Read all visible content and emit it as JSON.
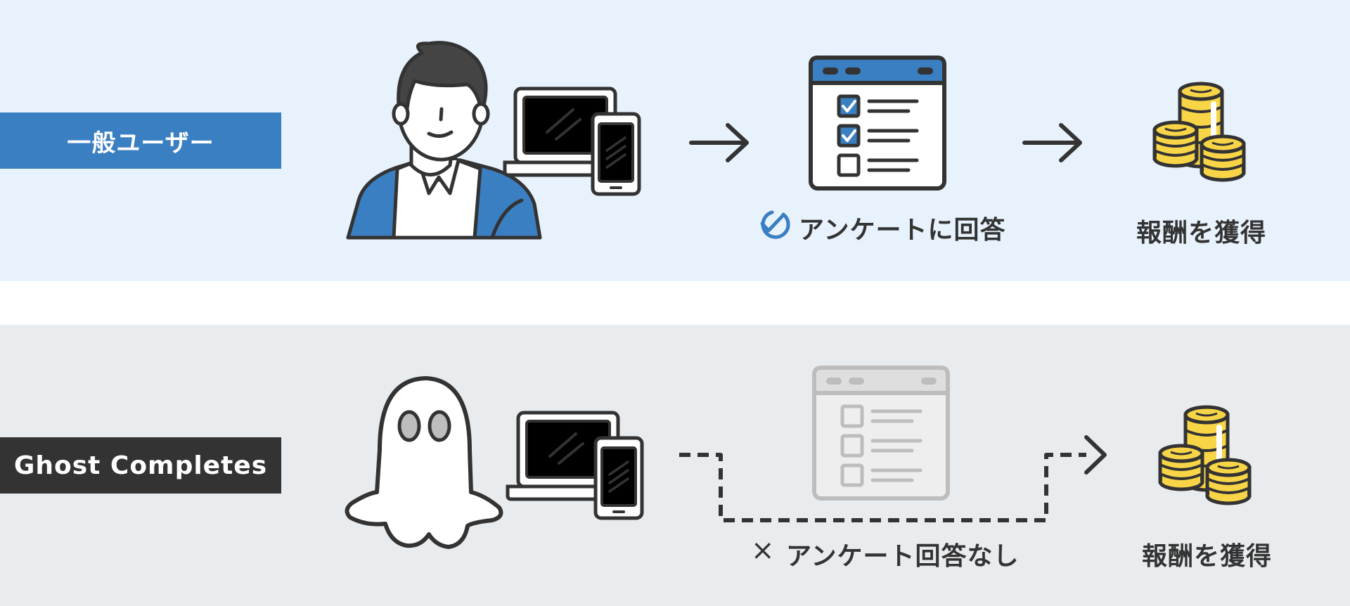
{
  "top_row": {
    "label": "一般ユーザー",
    "step_survey_caption": "アンケートに回答",
    "step_reward_caption": "報酬を獲得"
  },
  "bottom_row": {
    "label": "Ghost Completes",
    "cross_mark": "×",
    "step_survey_caption": "アンケート回答なし",
    "step_reward_caption": "報酬を獲得"
  },
  "colors": {
    "top_band_bg": "#e8f2fc",
    "bottom_band_bg": "#e9ecef",
    "label_top_bg": "#3a7fc1",
    "label_bottom_bg": "#333333",
    "accent_blue": "#3a7fc1",
    "coin_gold": "#f7d547",
    "outline": "#333333",
    "faded_gray": "#bdbdbd"
  },
  "icons": {
    "top_person": "businessman-icon",
    "top_device": "laptop-phone-icon",
    "top_survey": "survey-form-icon",
    "top_reward": "coin-stack-icon",
    "bottom_person": "ghost-icon",
    "bottom_device": "laptop-phone-icon",
    "bottom_survey": "faded-survey-form-icon",
    "bottom_reward": "coin-stack-icon"
  }
}
